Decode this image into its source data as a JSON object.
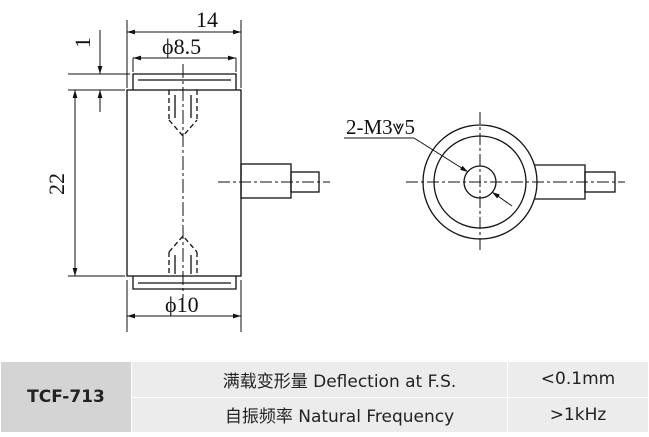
{
  "drawing": {
    "dim_width": "14",
    "dim_bore": "ϕ8.5",
    "dim_step": "1",
    "dim_height": "22",
    "dim_diameter": "ϕ10",
    "thread_callout": "2-M3⩔5"
  },
  "specs": {
    "model": "TCF-713",
    "rows": [
      {
        "label": "满载变形量 Deflection at F.S.",
        "value": "<0.1mm"
      },
      {
        "label": "自振频率 Natural Frequency",
        "value": ">1kHz"
      }
    ]
  }
}
